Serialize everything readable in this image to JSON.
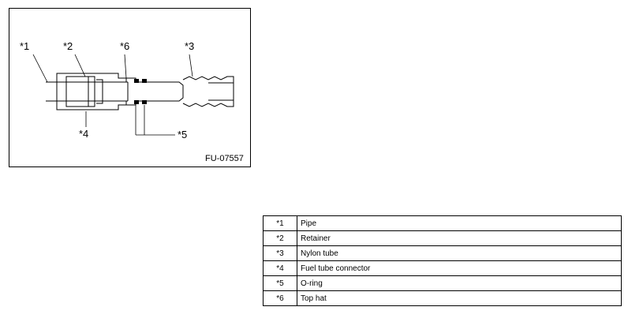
{
  "figure": {
    "figure_id": "FU-07557",
    "callouts": [
      "*1",
      "*2",
      "*6",
      "*3",
      "*4",
      "*5"
    ]
  },
  "legend": {
    "rows": [
      {
        "key": "*1",
        "label": "Pipe"
      },
      {
        "key": "*2",
        "label": "Retainer"
      },
      {
        "key": "*3",
        "label": "Nylon tube"
      },
      {
        "key": "*4",
        "label": "Fuel tube connector"
      },
      {
        "key": "*5",
        "label": "O-ring"
      },
      {
        "key": "*6",
        "label": "Top hat"
      }
    ]
  }
}
